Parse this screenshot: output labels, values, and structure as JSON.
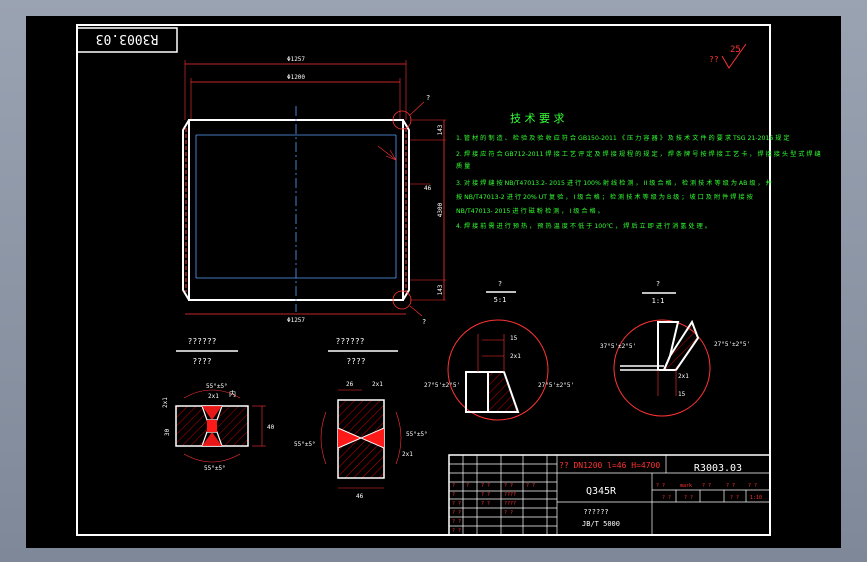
{
  "drawing_number": "R3003.03",
  "drawing_number_mirrored": "R3003.03",
  "roughness": {
    "value": "25",
    "prefix": "??"
  },
  "dimensions": {
    "outer_dia_top": "Φ1257",
    "inner_dia": "Φ1200",
    "outer_dia_bottom": "Φ1257",
    "height": "4300",
    "right_top": "143",
    "right_bottom": "143",
    "right_small": "46",
    "leader_a": "?",
    "leader_b": "?"
  },
  "tech": {
    "title": "技 术 要 求",
    "lines": [
      "1. 管 材 的 制 造 、 检 验 及 验 收 应 符 合 GB150-2011 《 压 力 容 器 》 及 技 术 文 件 的 要 求 TSG 21-2016 规 定",
      "2. 焊 接 应 符 合 GB712-2011 焊 接 工 艺 评 定 及 焊 接 规 程 的 规 定 ， 焊 条 牌 号 按 焊 接 工 艺 卡 ， 焊 接 接 头 型 式 焊 缝",
      "    质 量",
      "3. 对 接 焊 缝 按 NB/T47013.2- 2015 进 行 100% 射 线 检 测 ， II 级 合 格 ， 检 测 技 术 等 级 为 AB 级 ， 并",
      "    按 NB/T47013-2 进 行 20% UT 复 验 ， I 级 合 格 ； 检 测 技 术 等 级 为 B 级 ； 坡 口 及 附 件 焊 接 按",
      "    NB/T47013- 2015 进 行 磁 粉 检 测 ， I 级 合 格 。",
      "4. 焊 接 前 需 进 行 预 热 ， 预 热 温 度 不 低 于 100℃ ， 焊 后 立 即 进 行 消 氢 处 理 。"
    ]
  },
  "detail_left": {
    "label": "?",
    "scale": "5:1",
    "dim1": "15",
    "dim2": "2x1",
    "angle_l": "27°5'±2°5'",
    "angle_r": "27°5'±2°5'"
  },
  "detail_right": {
    "label": "?",
    "scale": "1:1",
    "angle_l": "37°5'±2°5'",
    "angle_r": "27°5'±2°5'",
    "dim1": "2x1",
    "dim2": "15"
  },
  "section_a": {
    "title": "??????",
    "sub": "????",
    "angle_top": "55°±5°",
    "angle_bot": "55°±5°",
    "dim_top": "2x1",
    "dim_left": "2x1",
    "dim_side": "30",
    "dim_right": "40",
    "note": "内"
  },
  "section_b": {
    "title": "??????",
    "sub": "????",
    "dim_top": "26",
    "dim_top_r": "2x1",
    "angle_l": "55°±5°",
    "angle_r": "55°±5°",
    "dim_r": "2x1",
    "dim_bottom": "46"
  },
  "title_block": {
    "name": "?? DN1200 l=46 H=4700",
    "material": "Q345R",
    "code": "R3003.03",
    "standard_label": "??????",
    "standard": "JB/T 5000",
    "cells": [
      "?",
      "?",
      "? ?",
      "? ?",
      "? ?",
      "?",
      "? ?",
      "? ?",
      "? ?",
      "? ?",
      "????",
      "? ?",
      "????",
      "? ?",
      "? ?"
    ],
    "right_cells": [
      "? ?",
      "? ?",
      "? ?",
      "? ?",
      "? ?",
      "? ?",
      "mark",
      "? ?",
      "1:10"
    ]
  }
}
